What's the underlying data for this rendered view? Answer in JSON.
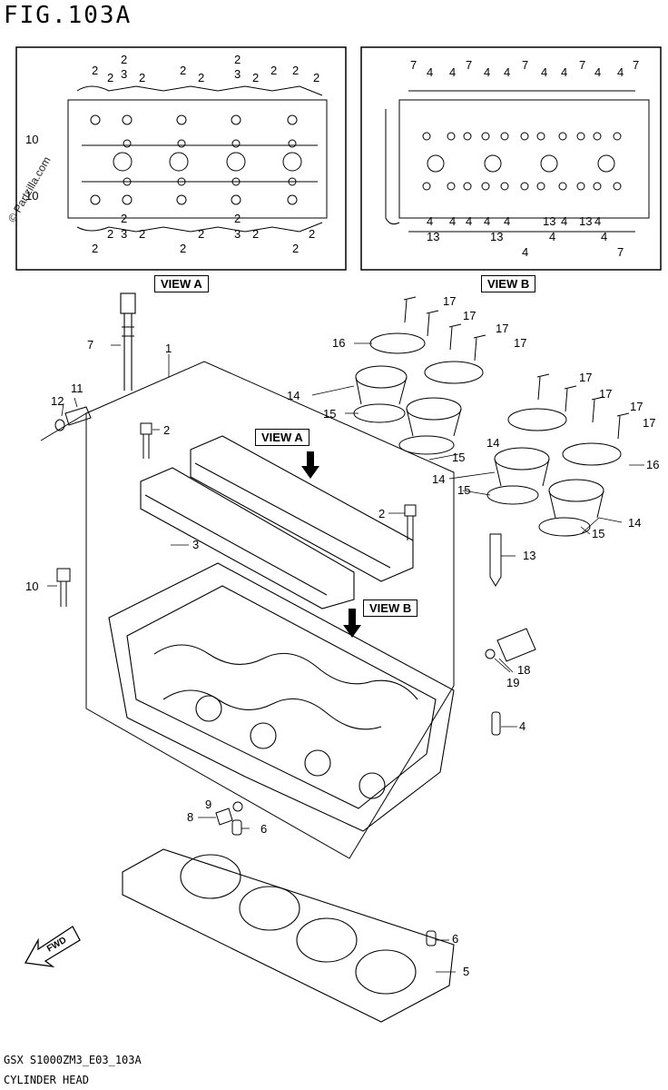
{
  "figure": {
    "title": "FIG.103A",
    "watermark": "© Partzilla.com"
  },
  "views": {
    "a_label": "VIEW A",
    "b_label": "VIEW B",
    "a_callout": "VIEW A",
    "b_callout": "VIEW B"
  },
  "footer": {
    "code": "GSX S1000ZM3_E03_103A",
    "name": "CYLINDER HEAD"
  },
  "view_a_refs_top": [
    "2",
    "2",
    "2",
    "3",
    "2",
    "2",
    "2",
    "2",
    "3",
    "2",
    "2",
    "2",
    "2"
  ],
  "view_a_refs_bottom": [
    "2",
    "2",
    "2",
    "3",
    "2",
    "2",
    "2",
    "2",
    "3",
    "2",
    "2",
    "2"
  ],
  "view_a_side": [
    "10",
    "10"
  ],
  "view_b_refs_top": [
    "7",
    "4",
    "4",
    "7",
    "4",
    "4",
    "7",
    "4",
    "4",
    "7",
    "4",
    "4",
    "7"
  ],
  "view_b_refs_bottom": [
    "4",
    "4",
    "13",
    "4",
    "4",
    "13",
    "4",
    "4",
    "13",
    "4",
    "4",
    "13",
    "4",
    "4",
    "7"
  ],
  "callouts": [
    {
      "id": "1",
      "text": "1"
    },
    {
      "id": "2a",
      "text": "2"
    },
    {
      "id": "2b",
      "text": "2"
    },
    {
      "id": "3",
      "text": "3"
    },
    {
      "id": "4",
      "text": "4"
    },
    {
      "id": "5",
      "text": "5"
    },
    {
      "id": "6a",
      "text": "6"
    },
    {
      "id": "6b",
      "text": "6"
    },
    {
      "id": "7",
      "text": "7"
    },
    {
      "id": "8",
      "text": "8"
    },
    {
      "id": "9",
      "text": "9"
    },
    {
      "id": "10",
      "text": "10"
    },
    {
      "id": "11",
      "text": "11"
    },
    {
      "id": "12",
      "text": "12"
    },
    {
      "id": "13",
      "text": "13"
    },
    {
      "id": "14a",
      "text": "14"
    },
    {
      "id": "14b",
      "text": "14"
    },
    {
      "id": "14c",
      "text": "14"
    },
    {
      "id": "14d",
      "text": "14"
    },
    {
      "id": "15a",
      "text": "15"
    },
    {
      "id": "15b",
      "text": "15"
    },
    {
      "id": "15c",
      "text": "15"
    },
    {
      "id": "15d",
      "text": "15"
    },
    {
      "id": "16a",
      "text": "16"
    },
    {
      "id": "16b",
      "text": "16"
    },
    {
      "id": "17a",
      "text": "17"
    },
    {
      "id": "17b",
      "text": "17"
    },
    {
      "id": "17c",
      "text": "17"
    },
    {
      "id": "17d",
      "text": "17"
    },
    {
      "id": "17e",
      "text": "17"
    },
    {
      "id": "17f",
      "text": "17"
    },
    {
      "id": "17g",
      "text": "17"
    },
    {
      "id": "17h",
      "text": "17"
    },
    {
      "id": "18",
      "text": "18"
    },
    {
      "id": "19",
      "text": "19"
    }
  ],
  "fwd_label": "FWD"
}
